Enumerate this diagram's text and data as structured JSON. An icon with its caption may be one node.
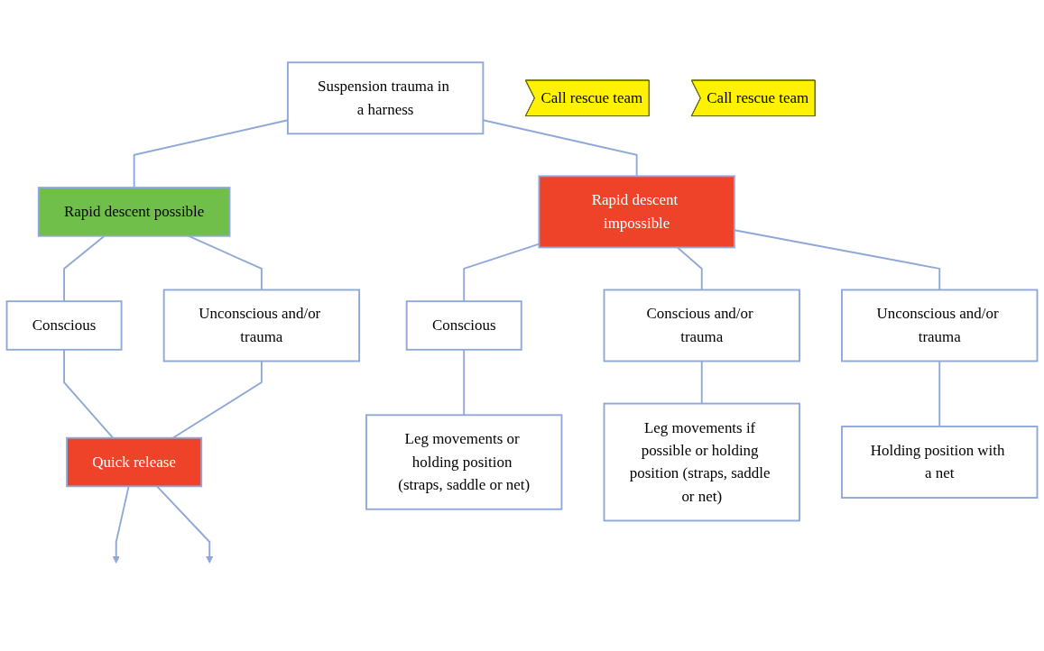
{
  "diagram": {
    "nodes": [
      {
        "text": [
          "Suspension trauma in a harness"
        ]
      },
      {
        "text": [
          "Rapid descent possible"
        ]
      },
      {
        "text": [
          "Rapid descent impossible"
        ]
      },
      {
        "text": [
          "Call rescue team"
        ]
      },
      {
        "text": [
          "Conscious"
        ]
      },
      {
        "text": [
          "Unconscious and/or trauma"
        ]
      },
      {
        "text": [
          "Quick release"
        ]
      },
      {
        "text": [
          "Call rescue team"
        ]
      },
      {
        "text": [
          "Conscious"
        ]
      },
      {
        "text": [
          "Conscious and/or trauma"
        ]
      },
      {
        "text": [
          "Unconscious and/or trauma"
        ]
      },
      {
        "text": [
          "Leg movements or holding position (straps, saddle or net)"
        ]
      },
      {
        "text": [
          "Leg movements if possible or holding position (straps, saddle or net)"
        ]
      },
      {
        "text": [
          "Holding position with a net"
        ]
      }
    ],
    "edges": [
      {
        "from": 0,
        "to": 1,
        "arrow": "none"
      },
      {
        "from": 0,
        "to": 2,
        "arrow": "none"
      },
      {
        "from": 1,
        "to": 4,
        "arrow": "none"
      },
      {
        "from": 1,
        "to": 5,
        "arrow": "none"
      },
      {
        "from": 2,
        "to": 8,
        "arrow": "none"
      },
      {
        "from": 2,
        "to": 9,
        "arrow": "none"
      },
      {
        "from": 2,
        "to": 10,
        "arrow": "none"
      },
      {
        "from": 4,
        "to": 6,
        "arrow": "none"
      },
      {
        "from": 5,
        "to": 6,
        "arrow": "none"
      },
      {
        "from": 6,
        "to": null,
        "arrow": "to"
      },
      {
        "from": 6,
        "to": null,
        "arrow": "to"
      },
      {
        "from": 8,
        "to": 11,
        "arrow": "none"
      },
      {
        "from": 9,
        "to": 12,
        "arrow": "none"
      },
      {
        "from": 10,
        "to": 13,
        "arrow": "none"
      }
    ]
  }
}
